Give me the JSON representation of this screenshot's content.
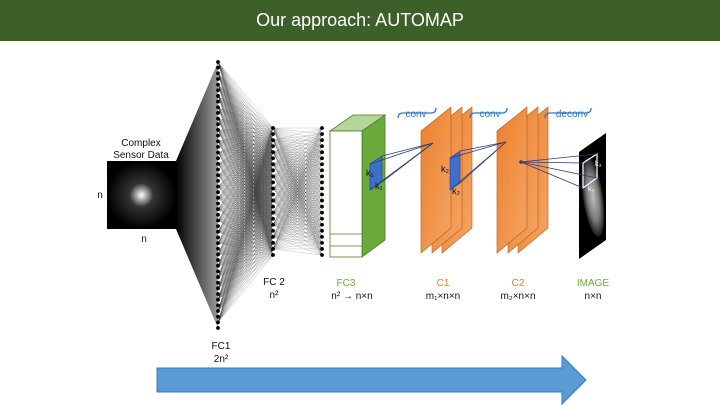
{
  "slide": {
    "title": "Our approach: AUTOMAP"
  },
  "input": {
    "label_line1": "Complex",
    "label_line2": "Sensor Data",
    "dim_side": "n",
    "dim_bottom": "n"
  },
  "layers": {
    "fc1": {
      "name": "FC1",
      "dim": "2n²"
    },
    "fc2": {
      "name": "FC 2",
      "dim": "n²"
    },
    "fc3": {
      "name": "FC3",
      "dim": "n² → n×n"
    },
    "c1": {
      "name": "C1",
      "dim": "m₁×n×n"
    },
    "c2": {
      "name": "C2",
      "dim": "m₂×n×n"
    },
    "image": {
      "name": "IMAGE",
      "dim": "n×n"
    }
  },
  "ops": {
    "conv1": "conv",
    "conv2": "conv",
    "deconv": "deconv"
  },
  "kernels": {
    "k1": "k₁",
    "k2": "k₂",
    "k3": "k₃"
  },
  "colors": {
    "title_bg": "#3d5f28",
    "fc3_green": "#6aaa3c",
    "conv_orange": "#ea7a25",
    "kernel_blue": "#3d6fcc",
    "op_blue": "#2f7ac8",
    "arrow_blue": "#5b9bd5"
  }
}
